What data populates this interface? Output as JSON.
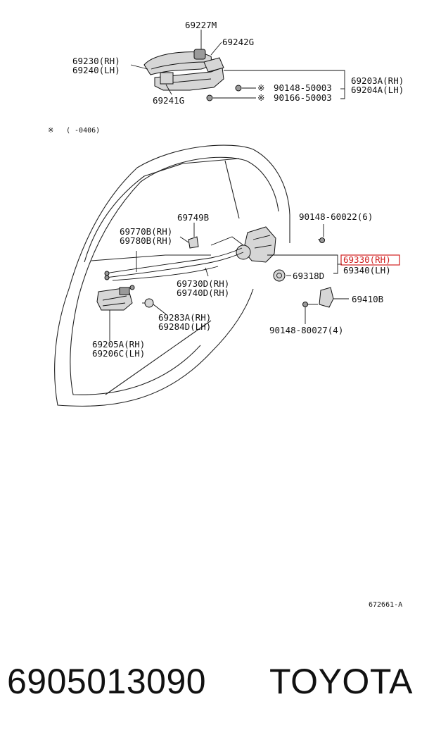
{
  "diagram": {
    "labels": {
      "p69227M": "69227M",
      "p69242G": "69242G",
      "p69230": "69230(RH)",
      "p69240": "69240(LH)",
      "p69241G": "69241G",
      "p90148_50003": "90148-50003",
      "p90166_50003": "90166-50003",
      "p69203A": "69203A(RH)",
      "p69204A": "69204A(LH)",
      "p90148_60022": "90148-60022(6)",
      "p69749B": "69749B",
      "p69770B": "69770B(RH)",
      "p69780B": "69780B(RH)",
      "p69330": "69330(RH)",
      "p69340": "69340(LH)",
      "p69318D": "69318D",
      "p69730D": "69730D(RH)",
      "p69740D": "69740D(RH)",
      "p69410B": "69410B",
      "p69283A": "69283A(RH)",
      "p69284D": "69284D(LH)",
      "p90148_80027": "90148-80027(4)",
      "p69205A": "69205A(RH)",
      "p69206C": "69206C(LH)"
    },
    "note_mark": "※",
    "note_text": "(      -0406)",
    "mark1": "※",
    "mark2": "※",
    "drawing_id": "672661-A",
    "highlight_color": "#d02020"
  },
  "footer": {
    "part_number": "6905013090",
    "brand": "TOYOTA"
  }
}
